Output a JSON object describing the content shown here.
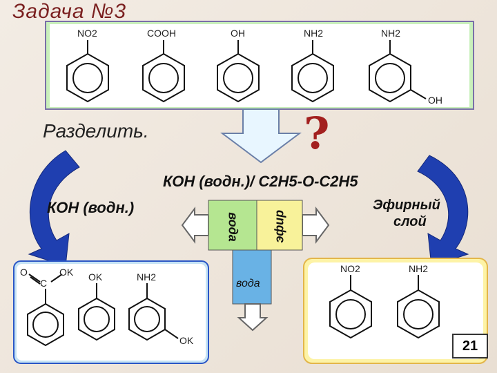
{
  "title": "Задача №3",
  "top_box": {
    "substituents": [
      "NO2",
      "COOH",
      "OH",
      "NH2",
      "NH2"
    ],
    "extra_substituent": "OH"
  },
  "instruction": "Разделить.",
  "question_mark": "?",
  "solvent_label": "КОН (водн.)/ С2Н5-О-С2Н5",
  "left_reagent": "КОН (водн.)",
  "funnel": {
    "left_layer": "вода",
    "right_layer": "эфир",
    "bottom_layer": "вода"
  },
  "ether_layer_label": [
    "Эфирный",
    "слой"
  ],
  "bottom_left_box": {
    "carbonyl_o": "O",
    "carbonyl_c": "C",
    "salt_labels": [
      "OK",
      "OK",
      "NH2"
    ],
    "extra_label": "OK"
  },
  "bottom_right_box": {
    "substituents": [
      "NO2",
      "NH2"
    ]
  },
  "page_number": "21",
  "colors": {
    "top_box_fill": "#c9f0bb",
    "left_box_fill": "#c6e3f5",
    "right_box_fill": "#fdf3a6",
    "arrow_blue": "#1f3fb0",
    "funnel_green": "#b5e691",
    "funnel_yellow": "#f8f29a",
    "funnel_blue": "#69b2e5"
  }
}
